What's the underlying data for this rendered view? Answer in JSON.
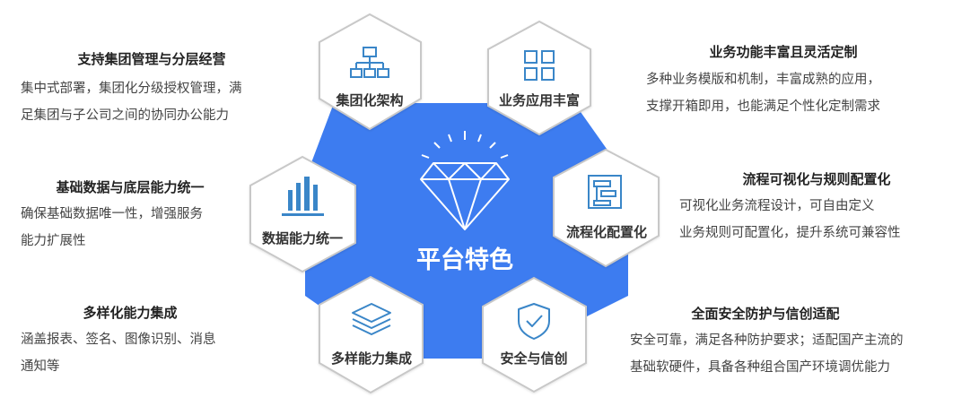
{
  "center": {
    "title": "平台特色",
    "icon": "diamond-icon"
  },
  "hexagons": [
    {
      "key": "architecture",
      "label": "集团化架构",
      "icon": "org-chart-icon"
    },
    {
      "key": "apps",
      "label": "业务应用丰富",
      "icon": "grid-apps-icon"
    },
    {
      "key": "process",
      "label": "流程化配置化",
      "icon": "workflow-icon"
    },
    {
      "key": "security",
      "label": "安全与信创",
      "icon": "shield-check-icon"
    },
    {
      "key": "integration",
      "label": "多样能力集成",
      "icon": "layers-icon"
    },
    {
      "key": "data",
      "label": "数据能力统一",
      "icon": "bar-chart-icon"
    }
  ],
  "features": {
    "group_mgmt": {
      "title": "支持集团管理与分层经营",
      "lines": [
        "集中式部署，集团化分级授权管理，满",
        "足集团与子公司之间的协同办公能力"
      ]
    },
    "data_unify": {
      "title": "基础数据与底层能力统一",
      "lines": [
        "确保基础数据唯一性，增强服务",
        "能力扩展性"
      ]
    },
    "integration": {
      "title": "多样化能力集成",
      "lines": [
        "涵盖报表、签名、图像识别、消息",
        "通知等"
      ]
    },
    "business": {
      "title": "业务功能丰富且灵活定制",
      "lines": [
        "多种业务模版和机制，丰富成熟的应用，",
        "支撑开箱即用，也能满足个性化定制需求"
      ]
    },
    "process": {
      "title": "流程可视化与规则配置化",
      "lines": [
        "可视化业务流程设计，可自由定义",
        "业务规则可配置化，提升系统可兼容性"
      ]
    },
    "security": {
      "title": "全面安全防护与信创适配",
      "lines": [
        "安全可靠，满足各种防护要求；适配国产主流的",
        "基础软硬件，具备各种组合国产环境调优能力"
      ]
    }
  },
  "colors": {
    "center_blue": "#3D7CF0",
    "icon_blue": "#3A86C8",
    "hex_border": "#C8C8C8"
  }
}
